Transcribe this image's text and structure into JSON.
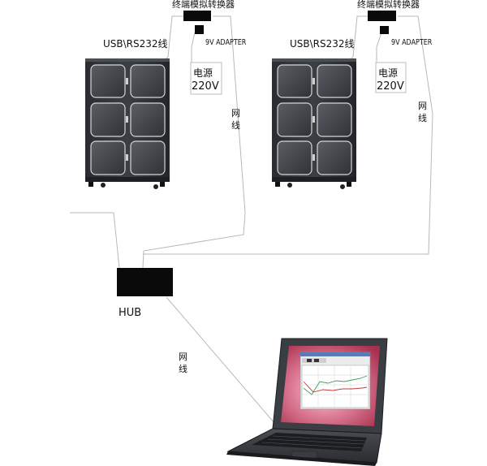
{
  "diagram": {
    "converter_label": "终端模拟转换器",
    "usb_label": "USB\\RS232线",
    "adapter_label": "9V ADAPTER",
    "power_label": "电源",
    "power_voltage": "220V",
    "network_cable_label_char1": "网",
    "network_cable_label_char2": "线",
    "hub_label": "HUB"
  }
}
